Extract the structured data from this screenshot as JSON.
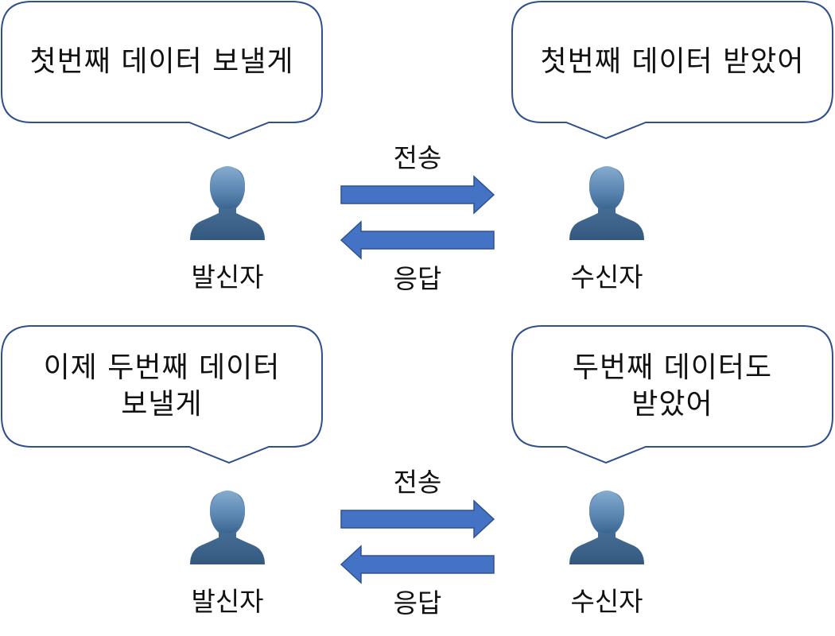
{
  "colors": {
    "arrow": "#4472C4",
    "arrow_border": "#2F528F",
    "bubble_border": "#2F4F8F",
    "person_top": "#7FA6CB",
    "person_bottom": "#3F6A96"
  },
  "panels": [
    {
      "sender_bubble": "첫번째 데이터 보낼게",
      "receiver_bubble": "첫번째 데이터 받았어",
      "sender_label": "발신자",
      "receiver_label": "수신자",
      "send_label": "전송",
      "reply_label": "응답"
    },
    {
      "sender_bubble": "이제 두번째 데이터\n보낼게",
      "receiver_bubble": "두번째 데이터도\n받았어",
      "sender_label": "발신자",
      "receiver_label": "수신자",
      "send_label": "전송",
      "reply_label": "응답"
    }
  ]
}
